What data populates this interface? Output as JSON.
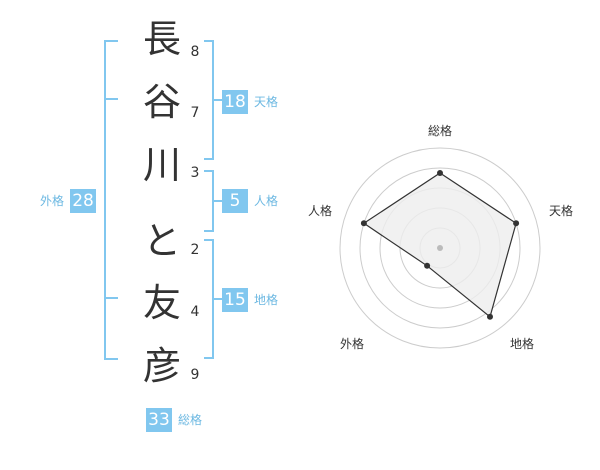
{
  "name": {
    "characters": [
      "長",
      "谷",
      "川",
      "と",
      "友",
      "彦"
    ],
    "strokes": [
      "8",
      "7",
      "3",
      "2",
      "4",
      "9"
    ]
  },
  "badges": {
    "tenkaku": {
      "value": "18",
      "label": "天格"
    },
    "jinkaku": {
      "value": "5",
      "label": "人格"
    },
    "chikaku": {
      "value": "15",
      "label": "地格"
    },
    "gaikaku": {
      "value": "28",
      "label": "外格"
    },
    "soukaku": {
      "value": "33",
      "label": "総格"
    }
  },
  "radar": {
    "axes": [
      "総格",
      "天格",
      "地格",
      "外格",
      "人格"
    ],
    "values": [
      0.75,
      0.8,
      0.85,
      0.22,
      0.8
    ],
    "colors": {
      "grid": "#cccccc",
      "fill": "#eeeeee",
      "line": "#333333",
      "center": "#bbbbbb"
    }
  },
  "colors": {
    "accent": "#81c7ef",
    "accent_text": "#6cb8e2"
  }
}
